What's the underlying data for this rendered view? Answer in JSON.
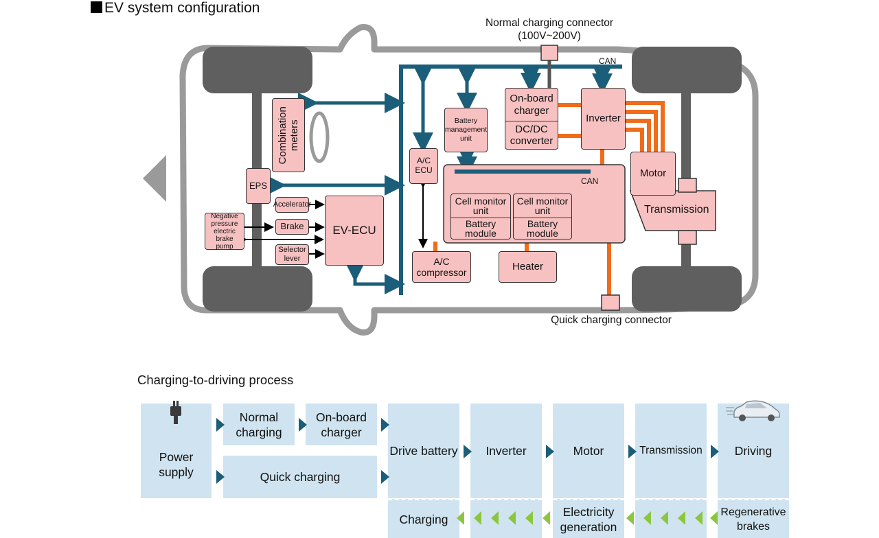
{
  "title": "EV system configuration",
  "connectors": {
    "normal_line1": "Normal charging connector",
    "normal_line2": "(100V~200V)",
    "quick": "Quick charging connector"
  },
  "can_label": "CAN",
  "components": {
    "combination_meters": "Combination meters",
    "eps": "EPS",
    "accelerator": "Accelerator",
    "brake": "Brake",
    "selector_lever": "Selector lever",
    "negative_pressure_pump": "Negative pressure electric brake pump",
    "ev_ecu": "EV-ECU",
    "ac_ecu": "A/C ECU",
    "bmu": "Battery management unit",
    "onboard_charger": "On-board charger",
    "dcdc_converter": "DC/DC converter",
    "inverter": "Inverter",
    "motor": "Motor",
    "transmission": "Transmission",
    "cell_monitor_unit": "Cell monitor unit",
    "battery_module": "Battery module",
    "ac_compressor": "A/C compressor",
    "heater": "Heater"
  },
  "process": {
    "title": "Charging-to-driving process",
    "power_supply": "Power supply",
    "normal_charging": "Normal charging",
    "onboard_charger": "On-board charger",
    "quick_charging": "Quick charging",
    "drive_battery": "Drive battery",
    "inverter": "Inverter",
    "motor": "Motor",
    "transmission": "Transmission",
    "driving": "Driving",
    "charging": "Charging",
    "electricity_generation": "Electricity generation",
    "regenerative_brakes": "Regenerative brakes"
  },
  "icons": [
    "plug-icon",
    "car-icon"
  ],
  "colors": {
    "component_fill": "#f8c1c1",
    "can_bus": "#1b5e7a",
    "power_line": "#ef6c1a",
    "process_box": "#cfe4f0",
    "regen_arrow": "#8cc63f",
    "chassis": "#5f5f5f"
  }
}
